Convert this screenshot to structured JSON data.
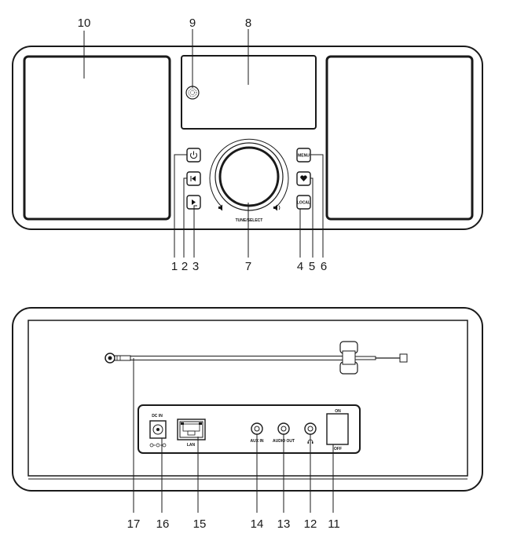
{
  "front_panel": {
    "buttons": {
      "menu_label": "MENU",
      "local_label": "LOCAL"
    },
    "knob_label": "TUNE/SELECT"
  },
  "rear_panel": {
    "dc_in_label": "DC IN",
    "lan_label": "LAN",
    "aux_in_label": "AUX IN",
    "audio_out_label": "AUDIO OUT",
    "switch_on_label": "ON",
    "switch_off_label": "OFF"
  },
  "callouts": {
    "top": [
      "10",
      "9",
      "8"
    ],
    "front_bottom": [
      "1",
      "2",
      "3",
      "7",
      "4",
      "5",
      "6"
    ],
    "rear_bottom": [
      "17",
      "16",
      "15",
      "14",
      "13",
      "12",
      "11"
    ]
  }
}
